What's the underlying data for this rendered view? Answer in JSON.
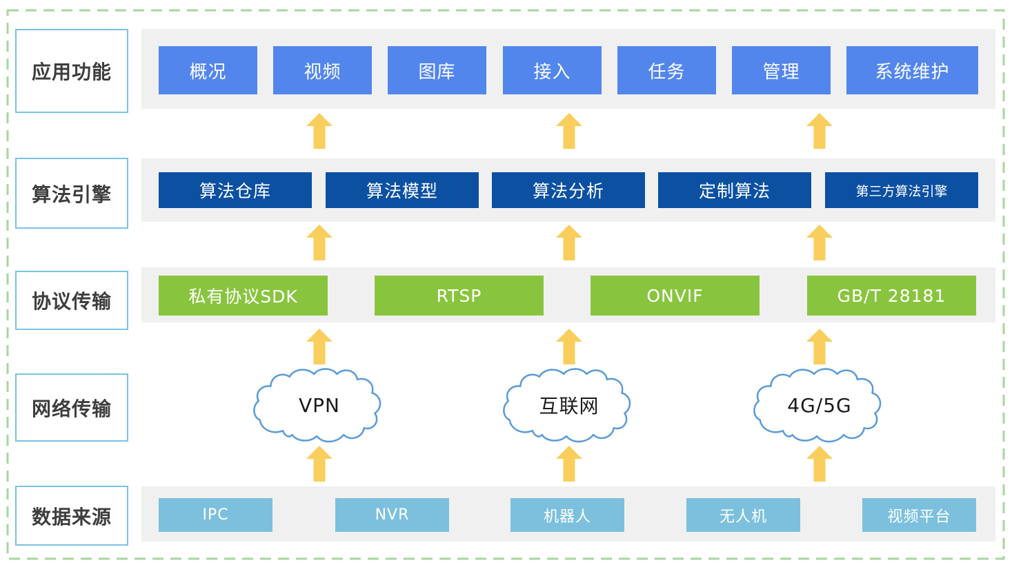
{
  "theme": {
    "frame_border": "#a8d69e",
    "band_bg": "#f0f0f1",
    "label_box_border": "#7ac2e3",
    "label_text": "#3d3d3d",
    "app_button_bg": "#5286ec",
    "engine_button_bg": "#0c50a2",
    "protocol_button_bg": "#89c43f",
    "source_button_bg": "#7cc0dd",
    "button_text": "#ffffff",
    "arrow_color": "#f9ce5c",
    "cloud_border": "#5a9bd8",
    "cloud_text": "#1a1a1a"
  },
  "layers": [
    {
      "label": "应用功能",
      "items": [
        "概况",
        "视频",
        "图库",
        "接入",
        "任务",
        "管理",
        "系统维护"
      ]
    },
    {
      "label": "算法引擎",
      "items": [
        "算法仓库",
        "算法模型",
        "算法分析",
        "定制算法",
        "第三方算法引擎"
      ]
    },
    {
      "label": "协议传输",
      "items": [
        "私有协议SDK",
        "RTSP",
        "ONVIF",
        "GB/T 28181"
      ]
    },
    {
      "label": "网络传输",
      "items": [
        "VPN",
        "互联网",
        "4G/5G"
      ]
    },
    {
      "label": "数据来源",
      "items": [
        "IPC",
        "NVR",
        "机器人",
        "无人机",
        "视频平台"
      ]
    }
  ]
}
